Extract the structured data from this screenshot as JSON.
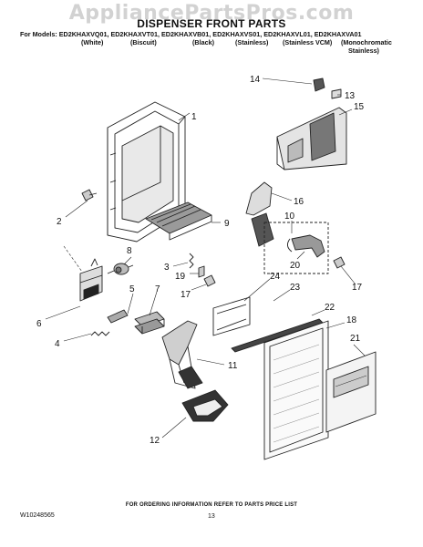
{
  "watermark": "AppliancePartsPros.com",
  "title": "DISPENSER FRONT PARTS",
  "models_line": "For Models: ED2KHAXVQ01, ED2KHAXVT01, ED2KHAXVB01, ED2KHAXVS01, ED2KHAXVL01, ED2KHAXVA01",
  "variants": [
    "(White)",
    "(Biscuit)",
    "(Black)",
    "(Stainless)",
    "(Stainless VCM)",
    "(Monochromatic",
    "Stainless)"
  ],
  "part_numbers": [
    "1",
    "2",
    "3",
    "4",
    "5",
    "6",
    "7",
    "8",
    "9",
    "10",
    "11",
    "12",
    "13",
    "14",
    "15",
    "16",
    "17",
    "17",
    "18",
    "19",
    "20",
    "21",
    "22",
    "23",
    "24"
  ],
  "footer_note": "FOR ORDERING INFORMATION REFER TO PARTS PRICE LIST",
  "doc_number": "W10248565",
  "page_number": "13"
}
